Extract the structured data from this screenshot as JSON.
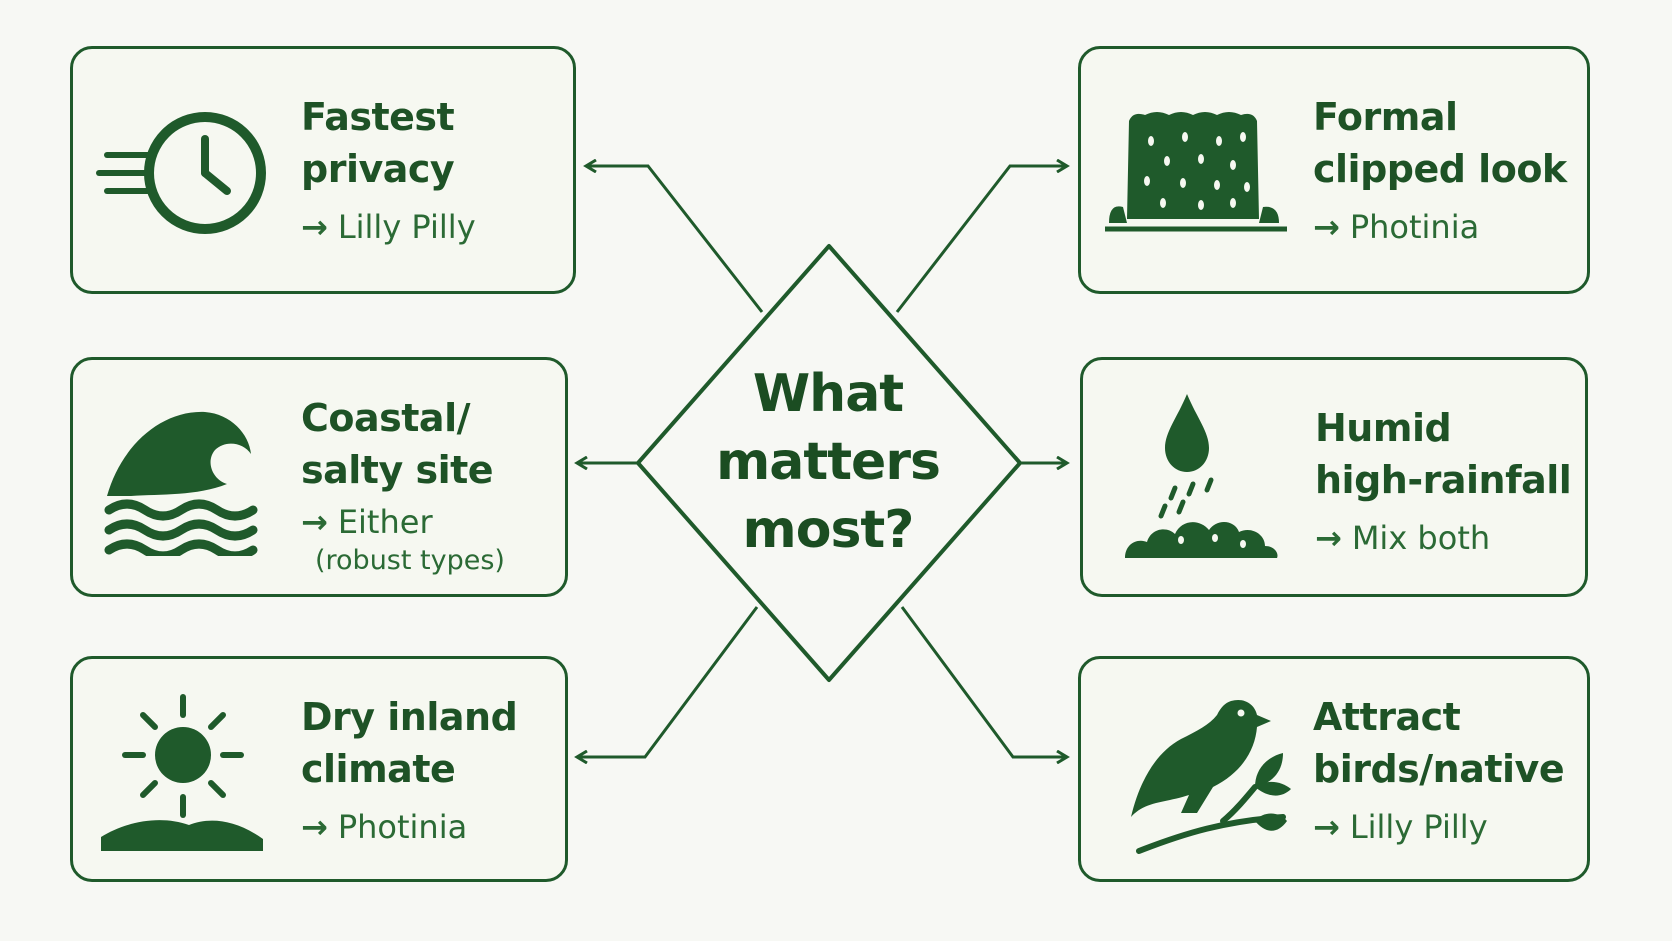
{
  "decision": {
    "line1": "What",
    "line2": "matters",
    "line3": "most?"
  },
  "colors": {
    "primary": "#1f5a2b",
    "text": "#1e5226",
    "background": "#f7f8f4"
  },
  "options": {
    "privacy": {
      "title1": "Fastest",
      "title2": "privacy",
      "arrow": "→",
      "result": "Lilly Pilly",
      "icon": "clock-icon"
    },
    "coastal": {
      "title1": "Coastal/",
      "title2": "salty site",
      "arrow": "→",
      "result": "Either",
      "note": "(robust types)",
      "icon": "wave-icon"
    },
    "dry": {
      "title1": "Dry inland",
      "title2": "climate",
      "arrow": "→",
      "result": "Photinia",
      "icon": "sun-icon"
    },
    "formal": {
      "title1": "Formal",
      "title2": "clipped look",
      "arrow": "→",
      "result": "Photinia",
      "icon": "hedge-icon"
    },
    "humid": {
      "title1": "Humid",
      "title2": "high-rainfall",
      "arrow": "→",
      "result": "Mix both",
      "icon": "raindrop-icon"
    },
    "birds": {
      "title1": "Attract",
      "title2": "birds/native",
      "arrow": "→",
      "result": "Lilly Pilly",
      "icon": "bird-icon"
    }
  }
}
